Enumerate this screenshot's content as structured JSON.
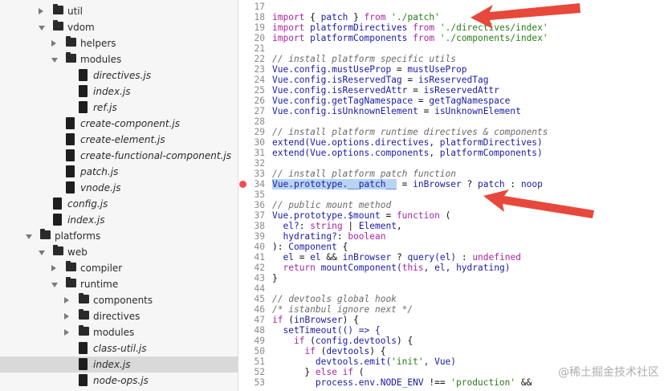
{
  "file_tree": [
    {
      "label": "util",
      "type": "folder",
      "state": "collapsed",
      "depth": 0
    },
    {
      "label": "vdom",
      "type": "folder",
      "state": "expanded",
      "depth": 0
    },
    {
      "label": "helpers",
      "type": "folder",
      "state": "collapsed",
      "depth": 1
    },
    {
      "label": "modules",
      "type": "folder",
      "state": "expanded",
      "depth": 1
    },
    {
      "label": "directives.js",
      "type": "file",
      "depth": 2
    },
    {
      "label": "index.js",
      "type": "file",
      "depth": 2
    },
    {
      "label": "ref.js",
      "type": "file",
      "depth": 2
    },
    {
      "label": "create-component.js",
      "type": "file",
      "depth": 1
    },
    {
      "label": "create-element.js",
      "type": "file",
      "depth": 1
    },
    {
      "label": "create-functional-component.js",
      "type": "file",
      "depth": 1
    },
    {
      "label": "patch.js",
      "type": "file",
      "depth": 1
    },
    {
      "label": "vnode.js",
      "type": "file",
      "depth": 1
    },
    {
      "label": "config.js",
      "type": "file",
      "depth": 0
    },
    {
      "label": "index.js",
      "type": "file",
      "depth": 0
    },
    {
      "label": "platforms",
      "type": "folder",
      "state": "expanded",
      "depth": -1
    },
    {
      "label": "web",
      "type": "folder",
      "state": "expanded",
      "depth": 0
    },
    {
      "label": "compiler",
      "type": "folder",
      "state": "collapsed",
      "depth": 1
    },
    {
      "label": "runtime",
      "type": "folder",
      "state": "expanded",
      "depth": 1
    },
    {
      "label": "components",
      "type": "folder",
      "state": "collapsed",
      "depth": 2
    },
    {
      "label": "directives",
      "type": "folder",
      "state": "collapsed",
      "depth": 2
    },
    {
      "label": "modules",
      "type": "folder",
      "state": "collapsed",
      "depth": 2
    },
    {
      "label": "class-util.js",
      "type": "file",
      "depth": 2
    },
    {
      "label": "index.js",
      "type": "file",
      "depth": 2,
      "selected": true
    },
    {
      "label": "node-ops.js",
      "type": "file",
      "depth": 2
    }
  ],
  "code_lines": [
    {
      "n": "17",
      "t": [
        [
          "pl",
          ""
        ]
      ]
    },
    {
      "n": "18",
      "t": [
        [
          "kw",
          "import"
        ],
        [
          "pl",
          " { "
        ],
        [
          "id",
          "patch"
        ],
        [
          "pl",
          " } "
        ],
        [
          "kw",
          "from"
        ],
        [
          "pl",
          " "
        ],
        [
          "str",
          "'./patch'"
        ]
      ]
    },
    {
      "n": "19",
      "t": [
        [
          "kw",
          "import"
        ],
        [
          "pl",
          " "
        ],
        [
          "id",
          "platformDirectives"
        ],
        [
          "pl",
          " "
        ],
        [
          "kw",
          "from"
        ],
        [
          "pl",
          " "
        ],
        [
          "str",
          "'./directives/index'"
        ]
      ]
    },
    {
      "n": "20",
      "t": [
        [
          "kw",
          "import"
        ],
        [
          "pl",
          " "
        ],
        [
          "id",
          "platformComponents"
        ],
        [
          "pl",
          " "
        ],
        [
          "kw",
          "from"
        ],
        [
          "pl",
          " "
        ],
        [
          "str",
          "'./components/index'"
        ]
      ]
    },
    {
      "n": "21",
      "t": [
        [
          "pl",
          ""
        ]
      ]
    },
    {
      "n": "22",
      "t": [
        [
          "com",
          "// install platform specific utils"
        ]
      ]
    },
    {
      "n": "23",
      "t": [
        [
          "id",
          "Vue.config.mustUseProp"
        ],
        [
          "pl",
          " = "
        ],
        [
          "id",
          "mustUseProp"
        ]
      ]
    },
    {
      "n": "24",
      "t": [
        [
          "id",
          "Vue.config.isReservedTag"
        ],
        [
          "pl",
          " = "
        ],
        [
          "id",
          "isReservedTag"
        ]
      ]
    },
    {
      "n": "25",
      "t": [
        [
          "id",
          "Vue.config.isReservedAttr"
        ],
        [
          "pl",
          " = "
        ],
        [
          "id",
          "isReservedAttr"
        ]
      ]
    },
    {
      "n": "26",
      "t": [
        [
          "id",
          "Vue.config.getTagNamespace"
        ],
        [
          "pl",
          " = "
        ],
        [
          "id",
          "getTagNamespace"
        ]
      ]
    },
    {
      "n": "27",
      "t": [
        [
          "id",
          "Vue.config.isUnknownElement"
        ],
        [
          "pl",
          " = "
        ],
        [
          "id",
          "isUnknownElement"
        ]
      ]
    },
    {
      "n": "28",
      "t": [
        [
          "pl",
          ""
        ]
      ]
    },
    {
      "n": "29",
      "t": [
        [
          "com",
          "// install platform runtime directives & components"
        ]
      ]
    },
    {
      "n": "30",
      "t": [
        [
          "id",
          "extend(Vue.options.directives, platformDirectives)"
        ]
      ]
    },
    {
      "n": "31",
      "t": [
        [
          "id",
          "extend(Vue.options.components, platformComponents)"
        ]
      ]
    },
    {
      "n": "32",
      "t": [
        [
          "pl",
          ""
        ]
      ]
    },
    {
      "n": "33",
      "t": [
        [
          "com",
          "// install platform patch function"
        ]
      ]
    },
    {
      "n": "34",
      "t": [
        [
          "hl",
          "Vue.prototype.__patch__"
        ],
        [
          "pl",
          " = "
        ],
        [
          "id",
          "inBrowser"
        ],
        [
          "pl",
          " ? "
        ],
        [
          "id",
          "patch"
        ],
        [
          "pl",
          " : "
        ],
        [
          "id",
          "noop"
        ]
      ],
      "breakpoint": true
    },
    {
      "n": "35",
      "t": [
        [
          "pl",
          ""
        ]
      ]
    },
    {
      "n": "36",
      "t": [
        [
          "com",
          "// public mount method"
        ]
      ]
    },
    {
      "n": "37",
      "t": [
        [
          "id",
          "Vue.prototype.$mount"
        ],
        [
          "pl",
          " = "
        ],
        [
          "kw",
          "function"
        ],
        [
          "pl",
          " ("
        ]
      ]
    },
    {
      "n": "38",
      "t": [
        [
          "pl",
          "  "
        ],
        [
          "id",
          "el?"
        ],
        [
          "pl",
          ": "
        ],
        [
          "kw",
          "string"
        ],
        [
          "pl",
          " | "
        ],
        [
          "id",
          "Element"
        ],
        [
          "pl",
          ","
        ]
      ]
    },
    {
      "n": "39",
      "t": [
        [
          "pl",
          "  "
        ],
        [
          "id",
          "hydrating?"
        ],
        [
          "pl",
          ": "
        ],
        [
          "kw",
          "boolean"
        ]
      ]
    },
    {
      "n": "40",
      "t": [
        [
          "pl",
          "): "
        ],
        [
          "id",
          "Component"
        ],
        [
          "pl",
          " {"
        ]
      ]
    },
    {
      "n": "41",
      "t": [
        [
          "pl",
          "  "
        ],
        [
          "id",
          "el"
        ],
        [
          "pl",
          " = "
        ],
        [
          "id",
          "el"
        ],
        [
          "pl",
          " && "
        ],
        [
          "id",
          "inBrowser"
        ],
        [
          "pl",
          " ? "
        ],
        [
          "id",
          "query(el)"
        ],
        [
          "pl",
          " : "
        ],
        [
          "kw",
          "undefined"
        ]
      ]
    },
    {
      "n": "42",
      "t": [
        [
          "pl",
          "  "
        ],
        [
          "kw",
          "return"
        ],
        [
          "pl",
          " "
        ],
        [
          "id",
          "mountComponent("
        ],
        [
          "kw",
          "this"
        ],
        [
          "id",
          ", el, hydrating)"
        ]
      ]
    },
    {
      "n": "43",
      "t": [
        [
          "pl",
          "}"
        ]
      ]
    },
    {
      "n": "44",
      "t": [
        [
          "pl",
          ""
        ]
      ]
    },
    {
      "n": "45",
      "t": [
        [
          "com",
          "// devtools global hook"
        ]
      ]
    },
    {
      "n": "46",
      "t": [
        [
          "com",
          "/* istanbul ignore next */"
        ]
      ]
    },
    {
      "n": "47",
      "t": [
        [
          "kw",
          "if"
        ],
        [
          "pl",
          " ("
        ],
        [
          "id",
          "inBrowser"
        ],
        [
          "pl",
          ") {"
        ]
      ]
    },
    {
      "n": "48",
      "t": [
        [
          "pl",
          "  "
        ],
        [
          "id",
          "setTimeout(() => {"
        ]
      ]
    },
    {
      "n": "49",
      "t": [
        [
          "pl",
          "    "
        ],
        [
          "kw",
          "if"
        ],
        [
          "pl",
          " ("
        ],
        [
          "id",
          "config.devtools"
        ],
        [
          "pl",
          ") {"
        ]
      ]
    },
    {
      "n": "50",
      "t": [
        [
          "pl",
          "      "
        ],
        [
          "kw",
          "if"
        ],
        [
          "pl",
          " ("
        ],
        [
          "id",
          "devtools"
        ],
        [
          "pl",
          ") {"
        ]
      ]
    },
    {
      "n": "51",
      "t": [
        [
          "pl",
          "        "
        ],
        [
          "id",
          "devtools.emit("
        ],
        [
          "str",
          "'init'"
        ],
        [
          "id",
          ", Vue)"
        ]
      ]
    },
    {
      "n": "52",
      "t": [
        [
          "pl",
          "      } "
        ],
        [
          "kw",
          "else if"
        ],
        [
          "pl",
          " ("
        ]
      ]
    },
    {
      "n": "53",
      "t": [
        [
          "pl",
          "        "
        ],
        [
          "id",
          "process.env.NODE_ENV"
        ],
        [
          "pl",
          " !== "
        ],
        [
          "str",
          "'production'"
        ],
        [
          "pl",
          " &&"
        ]
      ]
    }
  ],
  "watermark": "@稀土掘金技术社区"
}
